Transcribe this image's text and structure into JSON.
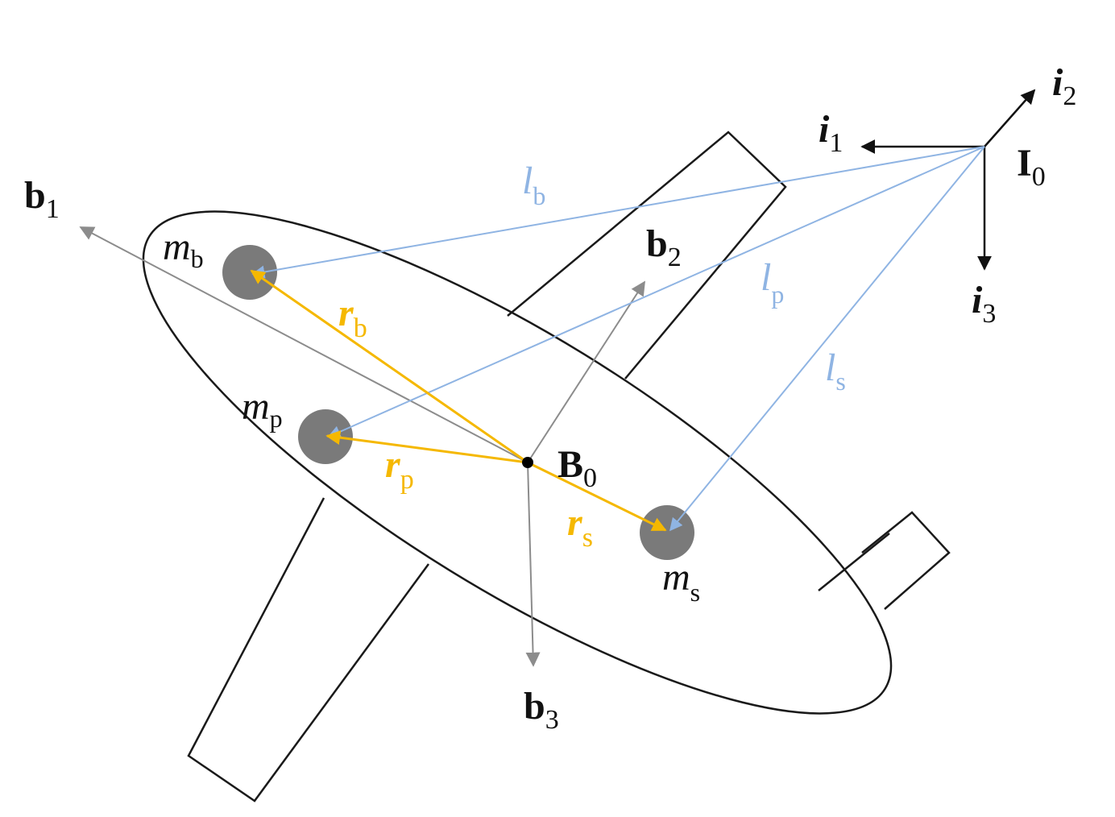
{
  "colors": {
    "outline": "#1a1a1a",
    "body_axes": "#8c8c8c",
    "inertial_axes": "#111111",
    "mass": "#7a7a7a",
    "position_vectors": "#f5b800",
    "line_of_sight": "#8fb4e3"
  },
  "inertial_frame": {
    "origin": {
      "main": "I",
      "sub": "0"
    },
    "axes": [
      {
        "main": "i",
        "sub": "1"
      },
      {
        "main": "i",
        "sub": "2"
      },
      {
        "main": "i",
        "sub": "3"
      }
    ]
  },
  "body_frame": {
    "origin": {
      "main": "B",
      "sub": "0"
    },
    "axes": [
      {
        "main": "b",
        "sub": "1"
      },
      {
        "main": "b",
        "sub": "2"
      },
      {
        "main": "b",
        "sub": "3"
      }
    ]
  },
  "masses": [
    {
      "main": "m",
      "sub": "b"
    },
    {
      "main": "m",
      "sub": "p"
    },
    {
      "main": "m",
      "sub": "s"
    }
  ],
  "relative_vectors": [
    {
      "main": "r",
      "sub": "b"
    },
    {
      "main": "r",
      "sub": "p"
    },
    {
      "main": "r",
      "sub": "s"
    }
  ],
  "absolute_vectors": [
    {
      "main": "l",
      "sub": "b"
    },
    {
      "main": "l",
      "sub": "p"
    },
    {
      "main": "l",
      "sub": "s"
    }
  ]
}
